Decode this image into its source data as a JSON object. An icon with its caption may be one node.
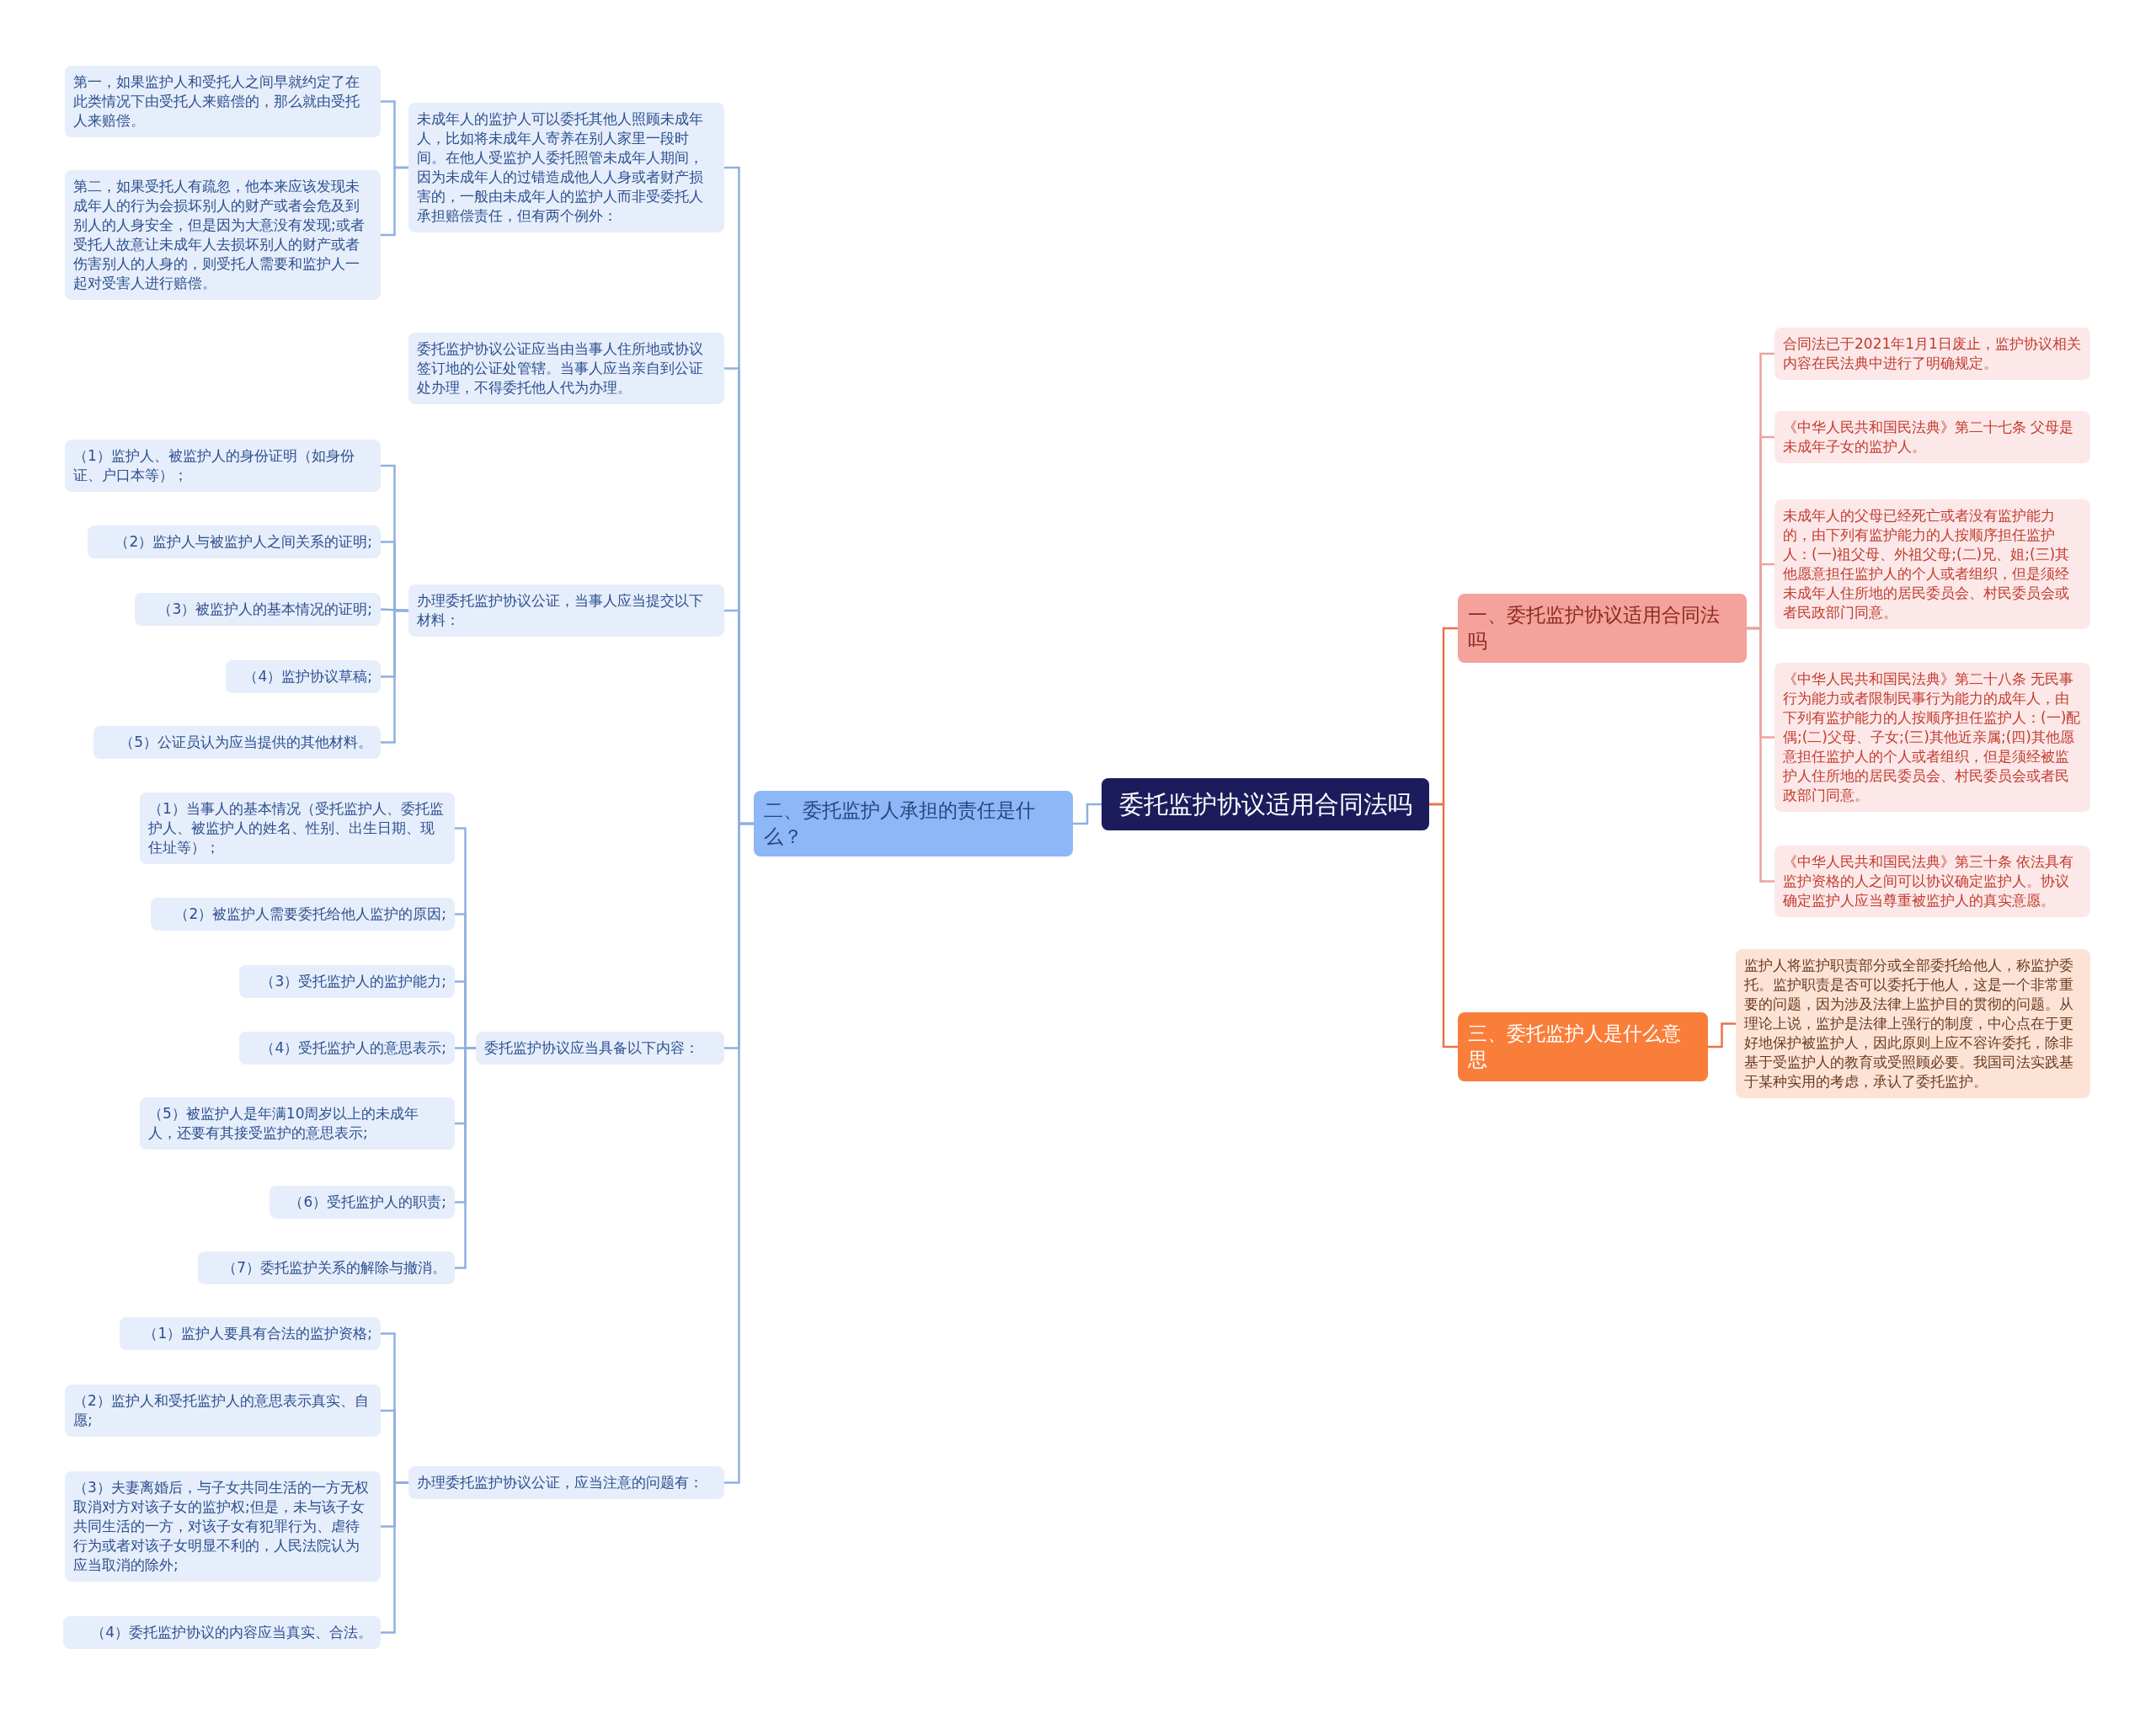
{
  "diagram": {
    "nodes": [
      {
        "text": [
          "委托监护协议适用合同法吗"
        ]
      },
      {
        "text": [
          "二、委托监护人承担的责任是什么？"
        ]
      },
      {
        "text": [
          "一、委托监护协议适用合同法吗"
        ]
      },
      {
        "text": [
          "三、委托监护人是什么意思"
        ]
      },
      {
        "text": [
          "未成年人的监护人可以委托其他人照顾未成年人，比如将未成年人寄养在别人家里一段时间。在他人受监护人委托照管未成年人期间，因为未成年人的过错造成他人人身或者财产损害的，一般由未成年人的监护人而非受委托人承担赔偿责任，但有两个例外："
        ]
      },
      {
        "text": [
          "第一，如果监护人和受托人之间早就约定了在此类情况下由受托人来赔偿的，那么就由受托人来赔偿。"
        ]
      },
      {
        "text": [
          "第二，如果受托人有疏忽，他本来应该发现未成年人的行为会损坏别人的财产或者会危及到别人的人身安全，但是因为大意没有发现;或者受托人故意让未成年人去损坏别人的财产或者伤害别人的人身的，则受托人需要和监护人一起对受害人进行赔偿。"
        ]
      },
      {
        "text": [
          "委托监护协议公证应当由当事人住所地或协议签订地的公证处管辖。当事人应当亲自到公证处办理，不得委托他人代为办理。"
        ]
      },
      {
        "text": [
          "办理委托监护协议公证，当事人应当提交以下材料："
        ]
      },
      {
        "text": [
          "（1）监护人、被监护人的身份证明（如身份证、户口本等）；"
        ]
      },
      {
        "text": [
          "（2）监护人与被监护人之间关系的证明;"
        ]
      },
      {
        "text": [
          "（3）被监护人的基本情况的证明;"
        ]
      },
      {
        "text": [
          "（4）监护协议草稿;"
        ]
      },
      {
        "text": [
          "（5）公证员认为应当提供的其他材料。"
        ]
      },
      {
        "text": [
          "委托监护协议应当具备以下内容："
        ]
      },
      {
        "text": [
          "（1）当事人的基本情况（受托监护人、委托监护人、被监护人的姓名、性别、出生日期、现住址等）；"
        ]
      },
      {
        "text": [
          "（2）被监护人需要委托给他人监护的原因;"
        ]
      },
      {
        "text": [
          "（3）受托监护人的监护能力;"
        ]
      },
      {
        "text": [
          "（4）受托监护人的意思表示;"
        ]
      },
      {
        "text": [
          "（5）被监护人是年满10周岁以上的未成年人，还要有其接受监护的意思表示;"
        ]
      },
      {
        "text": [
          "（6）受托监护人的职责;"
        ]
      },
      {
        "text": [
          "（7）委托监护关系的解除与撤消。"
        ]
      },
      {
        "text": [
          "办理委托监护协议公证，应当注意的问题有："
        ]
      },
      {
        "text": [
          "（1）监护人要具有合法的监护资格;"
        ]
      },
      {
        "text": [
          "（2）监护人和受托监护人的意思表示真实、自愿;"
        ]
      },
      {
        "text": [
          "（3）夫妻离婚后，与子女共同生活的一方无权取消对方对该子女的监护权;但是，未与该子女共同生活的一方，对该子女有犯罪行为、虐待行为或者对该子女明显不利的，人民法院认为应当取消的除外;"
        ]
      },
      {
        "text": [
          "（4）委托监护协议的内容应当真实、合法。"
        ]
      },
      {
        "text": [
          "合同法已于2021年1月1日废止，监护协议相关内容在民法典中进行了明确规定。"
        ]
      },
      {
        "text": [
          "《中华人民共和国民法典》第二十七条 父母是未成年子女的监护人。"
        ]
      },
      {
        "text": [
          "未成年人的父母已经死亡或者没有监护能力的，由下列有监护能力的人按顺序担任监护人：(一)祖父母、外祖父母;(二)兄、姐;(三)其他愿意担任监护人的个人或者组织，但是须经未成年人住所地的居民委员会、村民委员会或者民政部门同意。"
        ]
      },
      {
        "text": [
          "《中华人民共和国民法典》第二十八条 无民事行为能力或者限制民事行为能力的成年人，由下列有监护能力的人按顺序担任监护人：(一)配偶;(二)父母、子女;(三)其他近亲属;(四)其他愿意担任监护人的个人或者组织，但是须经被监护人住所地的居民委员会、村民委员会或者民政部门同意。"
        ]
      },
      {
        "text": [
          "《中华人民共和国民法典》第三十条 依法具有监护资格的人之间可以协议确定监护人。协议确定监护人应当尊重被监护人的真实意愿。"
        ]
      },
      {
        "text": [
          "监护人将监护职责部分或全部委托给他人，称监护委托。监护职责是否可以委托于他人，这是一个非常重要的问题，因为涉及法律上监护目的贯彻的问题。从理论上说，监护是法律上强行的制度，中心点在于更好地保护被监护人，因此原则上应不容许委托，除非基于受监护人的教育或受照顾必要。我国司法实践基于某种实用的考虑，承认了委托监护。"
        ]
      }
    ],
    "edges": [
      {
        "from": 0,
        "to": 1,
        "arrow": "none"
      },
      {
        "from": 0,
        "to": 2,
        "arrow": "none",
        "color": "#e8734a"
      },
      {
        "from": 0,
        "to": 3,
        "arrow": "none",
        "color": "#e8734a"
      },
      {
        "from": 1,
        "to": 4,
        "arrow": "none"
      },
      {
        "from": 4,
        "to": 5,
        "arrow": "none"
      },
      {
        "from": 4,
        "to": 6,
        "arrow": "none"
      },
      {
        "from": 1,
        "to": 7,
        "arrow": "none"
      },
      {
        "from": 1,
        "to": 8,
        "arrow": "none"
      },
      {
        "from": 8,
        "to": 9,
        "arrow": "none"
      },
      {
        "from": 8,
        "to": 10,
        "arrow": "none"
      },
      {
        "from": 8,
        "to": 11,
        "arrow": "none"
      },
      {
        "from": 8,
        "to": 12,
        "arrow": "none"
      },
      {
        "from": 8,
        "to": 13,
        "arrow": "none"
      },
      {
        "from": 1,
        "to": 14,
        "arrow": "none"
      },
      {
        "from": 14,
        "to": 15,
        "arrow": "none"
      },
      {
        "from": 14,
        "to": 16,
        "arrow": "none"
      },
      {
        "from": 14,
        "to": 17,
        "arrow": "none"
      },
      {
        "from": 14,
        "to": 18,
        "arrow": "none"
      },
      {
        "from": 14,
        "to": 19,
        "arrow": "none"
      },
      {
        "from": 14,
        "to": 20,
        "arrow": "none"
      },
      {
        "from": 14,
        "to": 21,
        "arrow": "none"
      },
      {
        "from": 1,
        "to": 22,
        "arrow": "none"
      },
      {
        "from": 22,
        "to": 23,
        "arrow": "none"
      },
      {
        "from": 22,
        "to": 24,
        "arrow": "none"
      },
      {
        "from": 22,
        "to": 25,
        "arrow": "none"
      },
      {
        "from": 22,
        "to": 26,
        "arrow": "none"
      },
      {
        "from": 2,
        "to": 27,
        "arrow": "none",
        "color": "#eaa3a3"
      },
      {
        "from": 2,
        "to": 28,
        "arrow": "none",
        "color": "#eaa3a3"
      },
      {
        "from": 2,
        "to": 29,
        "arrow": "none",
        "color": "#eaa3a3"
      },
      {
        "from": 2,
        "to": 30,
        "arrow": "none",
        "color": "#eaa3a3"
      },
      {
        "from": 2,
        "to": 31,
        "arrow": "none",
        "color": "#eaa3a3"
      },
      {
        "from": 3,
        "to": 32,
        "arrow": "none",
        "color": "#e8734a"
      }
    ]
  }
}
